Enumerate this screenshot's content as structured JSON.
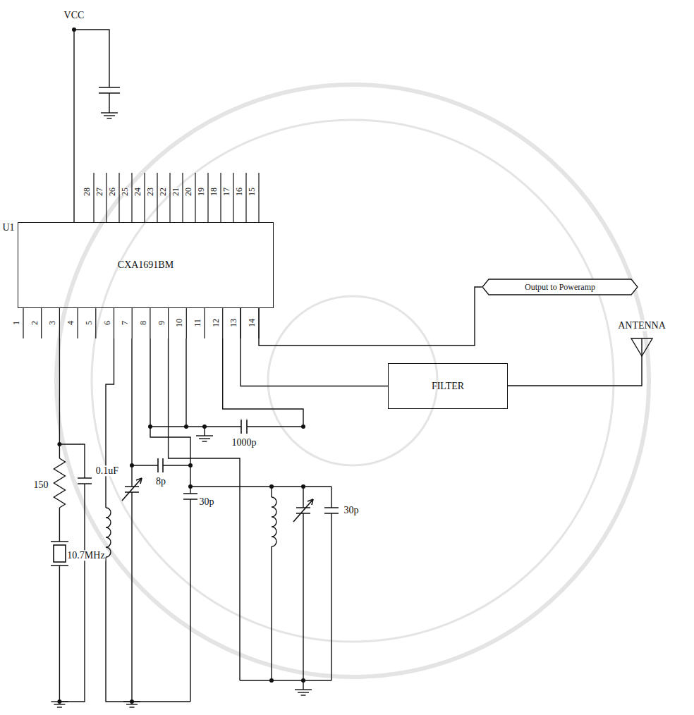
{
  "diagram": {
    "nodes": [
      {
        "text": [
          "CXA1691BM"
        ]
      },
      {
        "text": [
          "Output to Poweramp"
        ]
      },
      {
        "text": [
          "FILTER"
        ]
      }
    ],
    "edges": [
      {
        "from": 0,
        "to": 1,
        "arrow": "none"
      },
      {
        "from": 0,
        "to": 2,
        "arrow": "none"
      }
    ],
    "labels": [
      "VCC",
      "U1",
      "28",
      "27",
      "26",
      "25",
      "24",
      "23",
      "22",
      "21",
      "20",
      "19",
      "18",
      "17",
      "16",
      "15",
      "1",
      "2",
      "3",
      "4",
      "5",
      "6",
      "7",
      "8",
      "9",
      "10",
      "11",
      "12",
      "13",
      "14",
      "ANTENNA",
      "150",
      "0.1uF",
      "10.7MHz",
      "8p",
      "30p",
      "1000p",
      "30p"
    ]
  }
}
